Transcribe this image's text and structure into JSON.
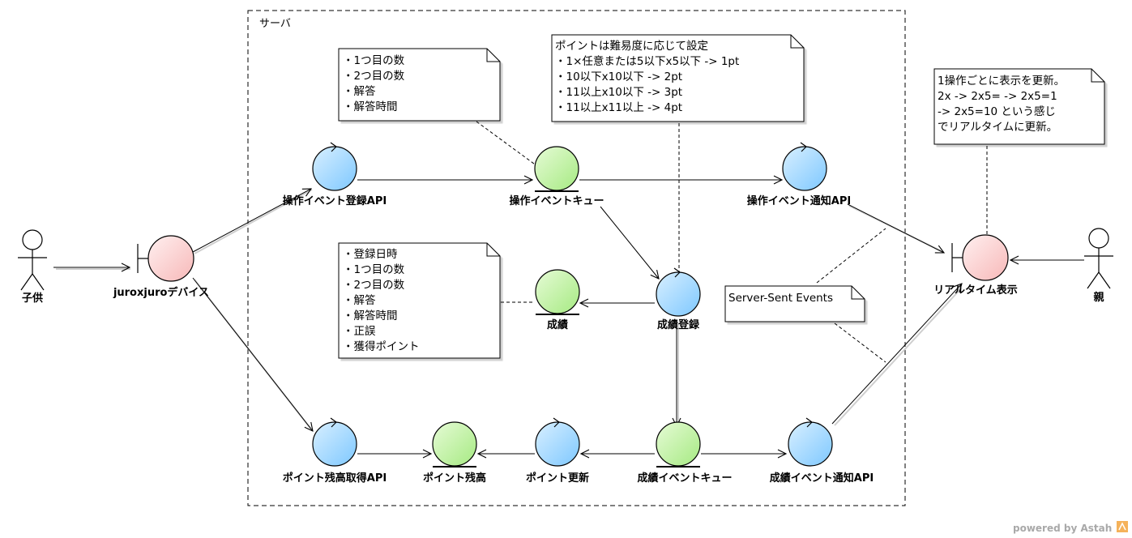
{
  "frame": {
    "title": "サーバ"
  },
  "actors": {
    "child": "子供",
    "parent": "親"
  },
  "nodes": {
    "device": "juroxjuroデバイス",
    "op_event_register_api": "操作イベント登録API",
    "op_event_queue": "操作イベントキュー",
    "op_event_notify_api": "操作イベント通知API",
    "realtime_display": "リアルタイム表示",
    "score": "成績",
    "score_register": "成績登録",
    "point_balance_api": "ポイント残高取得API",
    "point_balance": "ポイント残高",
    "point_update": "ポイント更新",
    "score_event_queue": "成績イベントキュー",
    "score_event_notify_api": "成績イベント通知API"
  },
  "notes": {
    "op_event_fields": [
      "・1つ目の数",
      "・2つ目の数",
      "・解答",
      "・解答時間"
    ],
    "points_rule": [
      "ポイントは難易度に応じて設定",
      "・1×任意または5以下x5以下 -> 1pt",
      "・10以下x10以下 -> 2pt",
      "・11以上x10以下 -> 3pt",
      "・11以上x11以上 -> 4pt"
    ],
    "realtime_update": [
      "1操作ごとに表示を更新。",
      "2x -> 2x5= -> 2x5=1",
      "-> 2x5=10 という感じ",
      "でリアルタイムに更新。"
    ],
    "score_fields": [
      "・登録日時",
      "・1つ目の数",
      "・2つ目の数",
      "・解答",
      "・解答時間",
      "・正誤",
      "・獲得ポイント"
    ],
    "sse": [
      "Server-Sent Events"
    ]
  },
  "watermark": "powered by Astah",
  "colors": {
    "control": "#a9dcff",
    "entity": "#c5f5a8",
    "boundary": "#ffd2d2",
    "stroke": "#000000"
  }
}
